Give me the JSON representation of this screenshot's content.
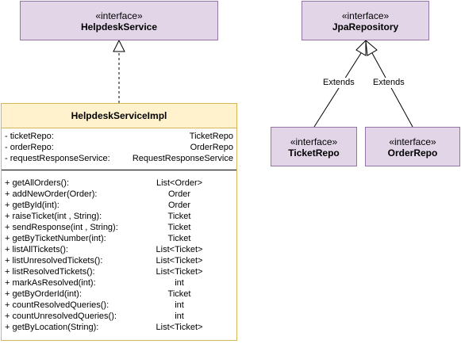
{
  "helpdesk_service": {
    "stereotype": "«interface»",
    "name": "HelpdeskService"
  },
  "jpa_repository": {
    "stereotype": "«interface»",
    "name": "JpaRepository"
  },
  "ticket_repo": {
    "stereotype": "«interface»",
    "name": "TicketRepo"
  },
  "order_repo": {
    "stereotype": "«interface»",
    "name": "OrderRepo"
  },
  "impl": {
    "name": "HelpdeskServiceImpl",
    "fields": [
      {
        "name": "- ticketRepo:",
        "type": "TicketRepo"
      },
      {
        "name": "- orderRepo:",
        "type": "OrderRepo"
      },
      {
        "name": "- requestResponseService:",
        "type": "RequestResponseService"
      }
    ],
    "methods": [
      {
        "name": "+ getAllOrders():",
        "type": "List<Order>"
      },
      {
        "name": "+ addNewOrder(Order):",
        "type": "Order"
      },
      {
        "name": "+ getById(int):",
        "type": "Order"
      },
      {
        "name": "+ raiseTicket(int , String):",
        "type": "Ticket"
      },
      {
        "name": "+ sendResponse(int , String):",
        "type": "Ticket"
      },
      {
        "name": "+ getByTicketNumber(int):",
        "type": "Ticket"
      },
      {
        "name": "+ listAllTickets():",
        "type": "List<Ticket>"
      },
      {
        "name": "+ listUnresolvedTickets():",
        "type": "List<Ticket>"
      },
      {
        "name": "+ listResolvedTickets():",
        "type": "List<Ticket>"
      },
      {
        "name": "+ markAsResolved(int):",
        "type": "int"
      },
      {
        "name": "+ getByOrderId(int):",
        "type": "Ticket"
      },
      {
        "name": "+ countResolvedQueries():",
        "type": "int"
      },
      {
        "name": "+ countUnresolvedQueries():",
        "type": "int"
      },
      {
        "name": "+ getByLocation(String):",
        "type": "List<Ticket>"
      }
    ]
  },
  "edges": {
    "extends_left": "Extends",
    "extends_right": "Extends"
  },
  "colors": {
    "interface_fill": "#e1d5e7",
    "interface_stroke": "#9673a6",
    "class_fill": "#fff2cc",
    "class_stroke": "#d6b656"
  }
}
